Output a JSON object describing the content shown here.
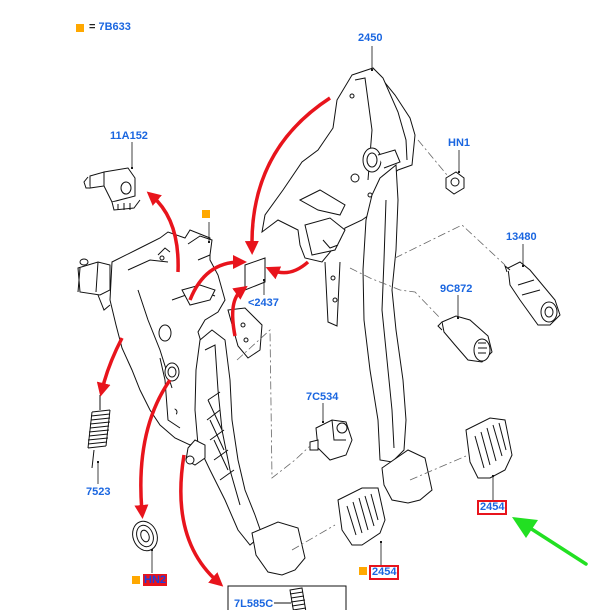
{
  "legend": {
    "swatch_color": "#ffa800",
    "equals": "=",
    "part_number": "7B633"
  },
  "colors": {
    "label": "#1a66e0",
    "highlight_border": "#e8141c",
    "arrow_red": "#e8141c",
    "pointer_green": "#22e022",
    "line": "#111111",
    "leader_dash": "#555555"
  },
  "callouts": [
    {
      "id": "2450",
      "text": "2450",
      "desc": "pedal box bracket"
    },
    {
      "id": "11A152",
      "text": "11A152",
      "desc": "switch"
    },
    {
      "id": "HN1",
      "text": "HN1",
      "desc": "nut"
    },
    {
      "id": "13480",
      "text": "13480",
      "desc": "stop lamp switch"
    },
    {
      "id": "9C872",
      "text": "9C872",
      "desc": "switch"
    },
    {
      "id": "2437",
      "text": "<2437",
      "desc": "label"
    },
    {
      "id": "7C534",
      "text": "7C534",
      "desc": "clutch switch"
    },
    {
      "id": "7523",
      "text": "7523",
      "desc": "spring"
    },
    {
      "id": "HN2",
      "text": "HN2",
      "desc": "retaining clip",
      "highlight": "filled",
      "marker": true
    },
    {
      "id": "7L585C",
      "text": "7L585C",
      "desc": "bushing"
    },
    {
      "id": "2454a",
      "text": "2454",
      "desc": "pedal pad",
      "highlight": "boxed",
      "marker": true
    },
    {
      "id": "2454b",
      "text": "2454",
      "desc": "pedal pad",
      "highlight": "boxed",
      "marker": false
    }
  ],
  "bracket_marker": {
    "desc": "7B633 marker on clutch pedal bracket"
  },
  "pointer": {
    "desc": "green arrow pointing at 2454 label"
  }
}
